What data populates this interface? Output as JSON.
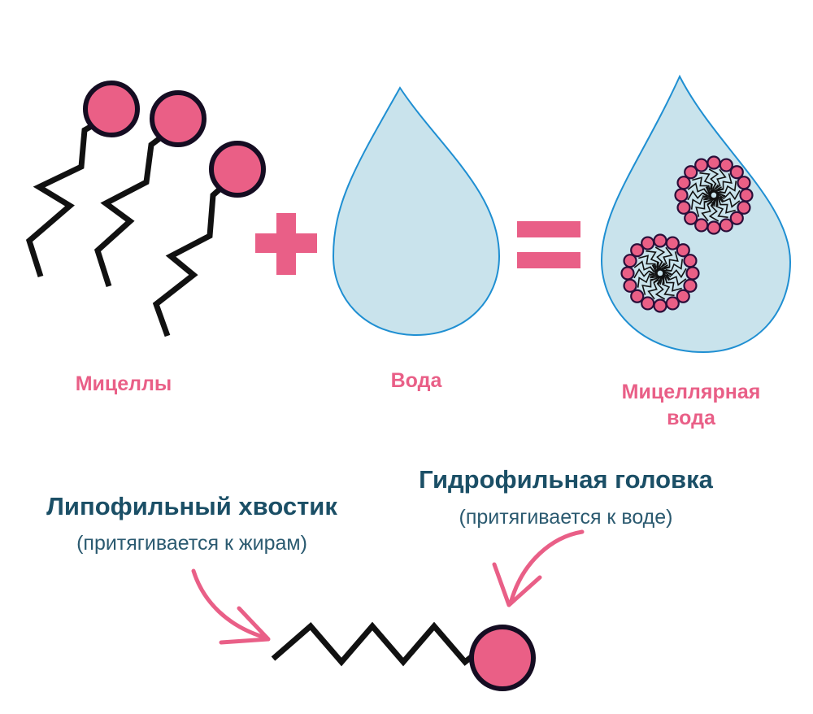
{
  "labels": {
    "micelles": "Мицеллы",
    "water": "Вода",
    "micellar_water_line1": "Мицеллярная",
    "micellar_water_line2": "вода",
    "tail_title": "Липофильный хвостик",
    "tail_subtitle": "(притягивается к жирам)",
    "head_title": "Гидрофильная головка",
    "head_subtitle": "(притягивается к воде)"
  },
  "colors": {
    "accent_pink": "#e95f87",
    "head_fill": "#ea5f86",
    "drop_fill": "#c9e3ec",
    "drop_stroke": "#1f8fd2",
    "text_dark": "#1b4f66"
  },
  "icons": {
    "plus": "plus-sign",
    "equals": "equals-sign"
  }
}
